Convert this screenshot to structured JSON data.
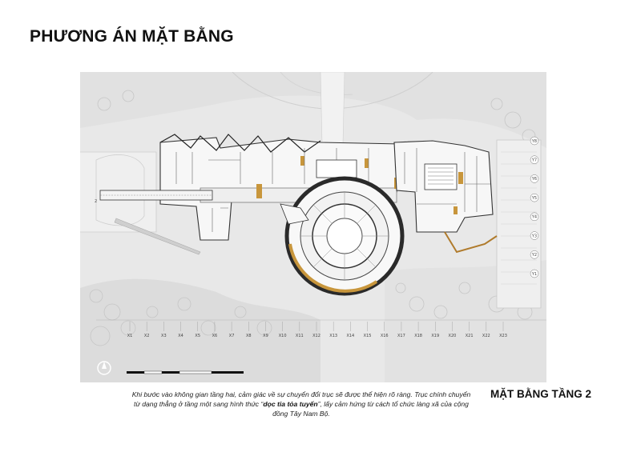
{
  "page": {
    "title": "PHƯƠNG ÁN MẶT BẰNG",
    "subtitle": "MẶT BẰNG TẦNG 2"
  },
  "caption": {
    "part1": "Khi bước vào không gian tầng hai, cảm giác về sự chuyển đổi trục sẽ được thể hiện rõ ràng. Trục chính chuyển từ dạng thẳng ở tầng một sang hình thức “",
    "highlight": "dọc tia tỏa tuyến",
    "part2": "”, lấy cảm hứng từ cách tổ chức làng xã của cộng đồng Tây Nam Bộ."
  },
  "plan": {
    "grid_x_labels": [
      "X1",
      "X2",
      "X3",
      "X4",
      "X5",
      "X6",
      "X7",
      "X8",
      "X9",
      "X10",
      "X11",
      "X12",
      "X13",
      "X14",
      "X15",
      "X16",
      "X17",
      "X18",
      "X19",
      "X20",
      "X21",
      "X22",
      "X23"
    ],
    "grid_y_labels": [
      "Y8",
      "Y7",
      "Y6",
      "Y5",
      "Y4",
      "Y3",
      "Y2",
      "Y1"
    ],
    "section_marker": "2"
  },
  "colors": {
    "background": "#ffffff",
    "site": "#e9e9e9",
    "building": "#f6f6f6",
    "wood_accent": "#c8963c",
    "dark": "#2a2a2a"
  }
}
